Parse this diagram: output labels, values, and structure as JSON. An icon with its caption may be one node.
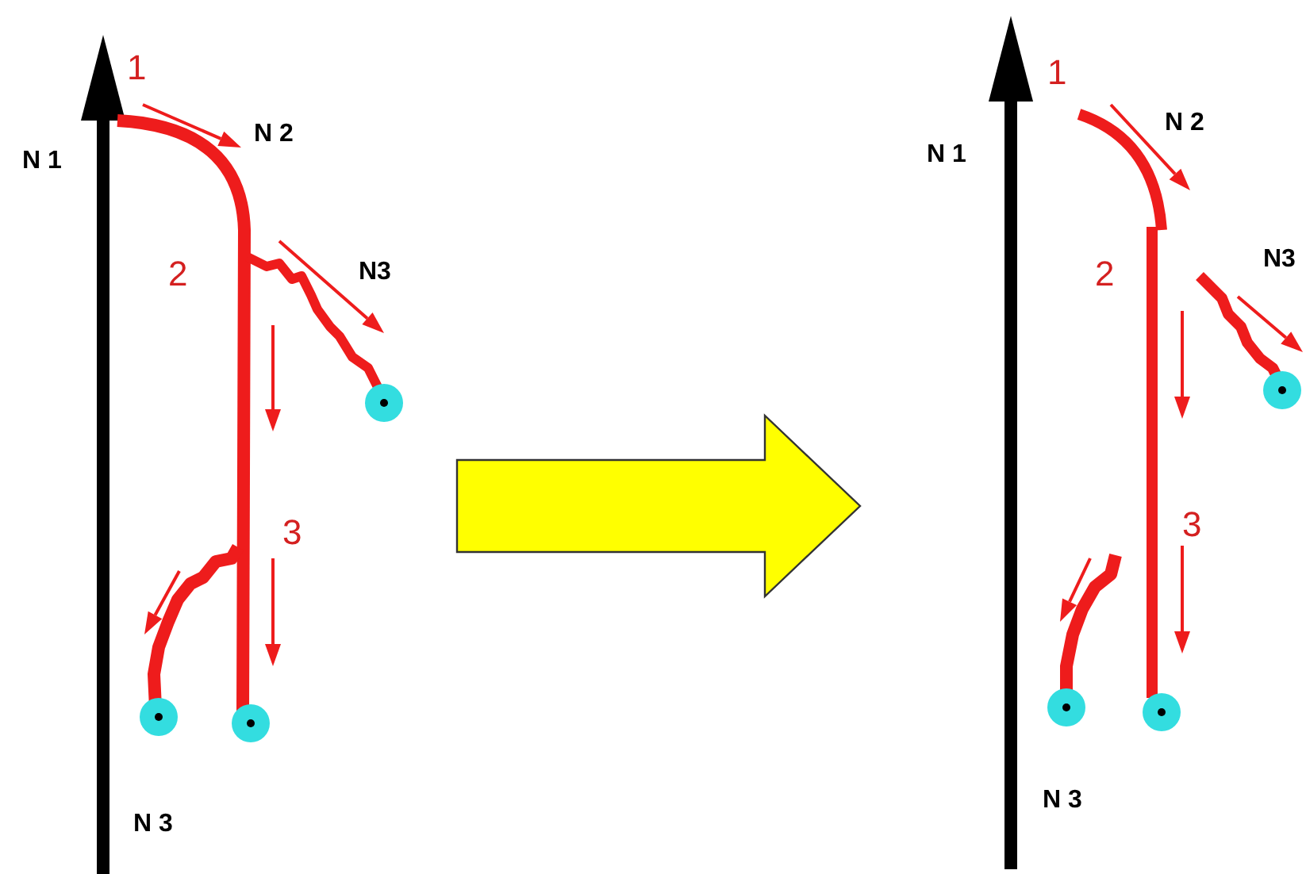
{
  "diagram": {
    "nodes": [
      {
        "text": [],
        "shape": "picture"
      },
      {
        "text": [],
        "shape": "picture"
      }
    ],
    "edges": [
      {
        "from": 0,
        "to": 1,
        "arrow": "to",
        "style": "thick",
        "color": "#ffff00"
      }
    ],
    "labels": [
      "1",
      "N 2",
      "N 1",
      "2",
      "N3",
      "3",
      "N 3",
      "1",
      "N 2",
      "N 1",
      "2",
      "N3",
      "3",
      "N 3"
    ]
  }
}
